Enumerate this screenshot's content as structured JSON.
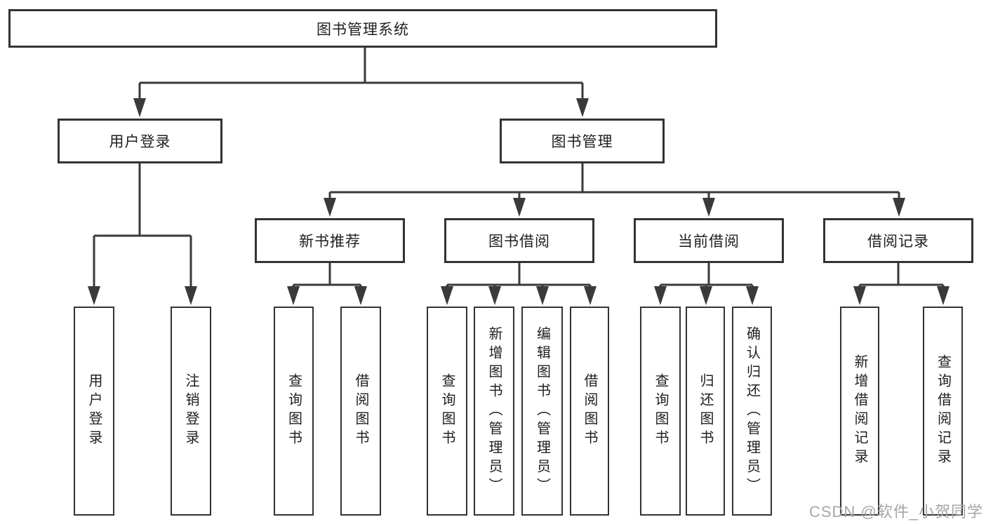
{
  "diagram": {
    "type": "hierarchy-tree",
    "line_color": "#3a3a3a",
    "border_color": "#333333",
    "background_color": "#ffffff",
    "tree": {
      "label": "图书管理系统",
      "children": [
        {
          "label": "用户登录",
          "children": [
            {
              "label": "用户登录"
            },
            {
              "label": "注销登录"
            }
          ]
        },
        {
          "label": "图书管理",
          "children": [
            {
              "label": "新书推荐",
              "children": [
                {
                  "label": "查询图书"
                },
                {
                  "label": "借阅图书"
                }
              ]
            },
            {
              "label": "图书借阅",
              "children": [
                {
                  "label": "查询图书"
                },
                {
                  "label": "新增图书（管理员）"
                },
                {
                  "label": "编辑图书（管理员）"
                },
                {
                  "label": "借阅图书"
                }
              ]
            },
            {
              "label": "当前借阅",
              "children": [
                {
                  "label": "查询图书"
                },
                {
                  "label": "归还图书"
                },
                {
                  "label": "确认归还（管理员）"
                }
              ]
            },
            {
              "label": "借阅记录",
              "children": [
                {
                  "label": "新增借阅记录"
                },
                {
                  "label": "查询借阅记录"
                }
              ]
            }
          ]
        }
      ]
    }
  },
  "watermark": {
    "text": "CSDN @软件_小贺同学",
    "color": "#a6a6a6"
  }
}
